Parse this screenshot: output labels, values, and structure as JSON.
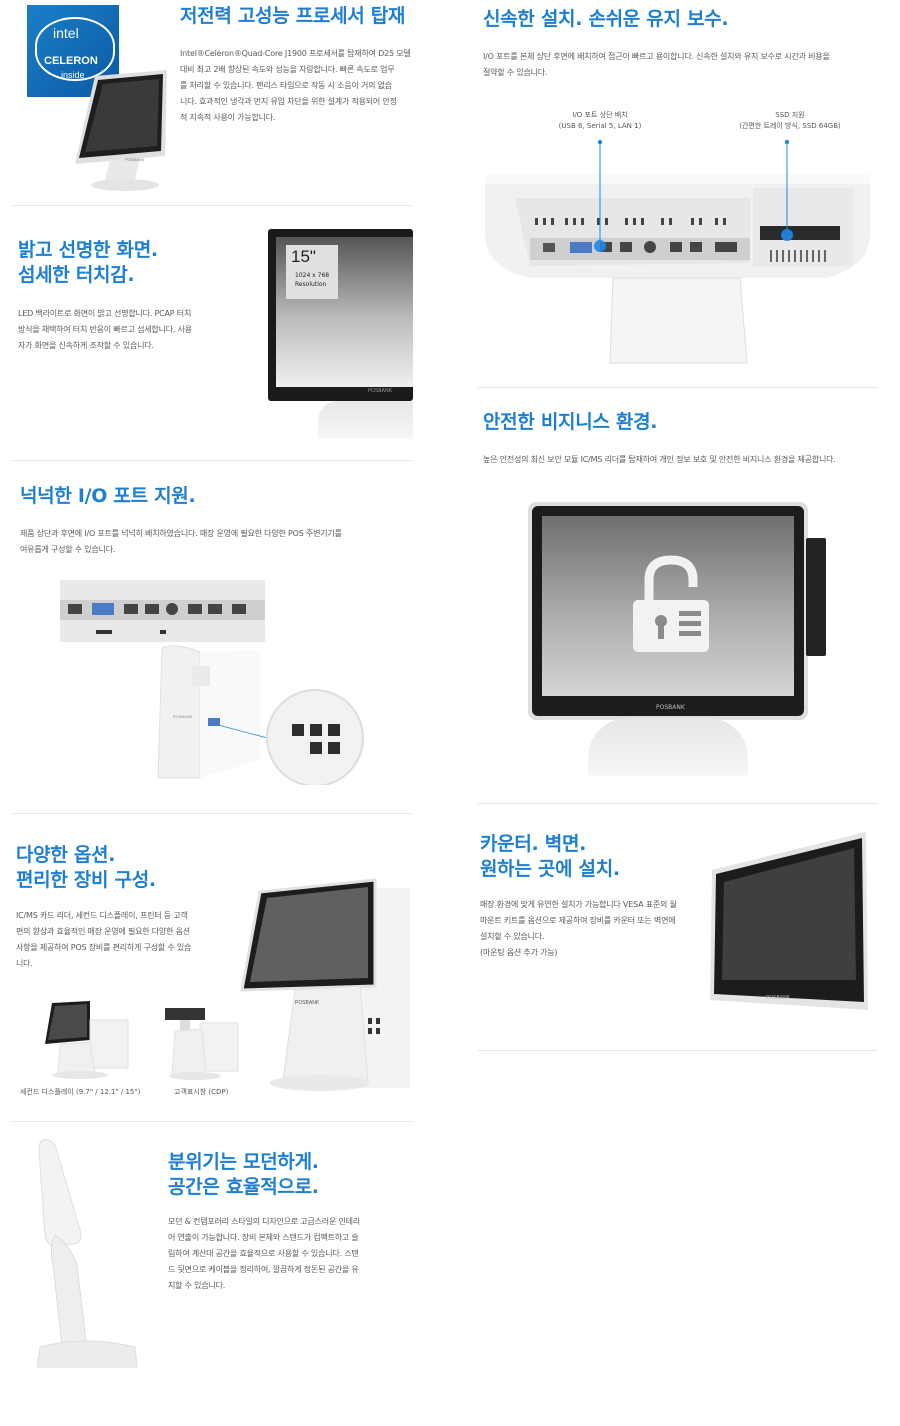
{
  "intel_badge": {
    "brand": "intel",
    "product": "CELERON",
    "tagline": "inside"
  },
  "brand_name": "POSBANK",
  "sections": {
    "processor": {
      "title": "저전력 고성능 프로세서 탑재",
      "body_lines": [
        "Intel®Celeron®Quad-Core J1900 프로세서를 탑재하여 D25 모델",
        "대비 최고 2배 향상된 속도와 성능을 자랑합니다. 빠른 속도로 업무",
        "를 처리할 수 있습니다. 팬리스 타입으로 작동 시 소음이 거의 없습",
        "니다. 효과적인 냉각과 먼지 유입 차단을 위한 설계가 적용되어 안정",
        "적 지속적 사용이 가능합니다."
      ]
    },
    "install": {
      "title": "신속한 설치. 손쉬운 유지 보수.",
      "body_lines": [
        "I/O 포트를 본체 상단 후면에 배치하여 접근이 빠르고 용이합니다. 신속한 설치와 유지 보수로 시간과 비용을",
        "절약할 수 있습니다."
      ],
      "callout_io_title": "I/O 포트 상단 배치",
      "callout_io_sub": "(USB 6, Serial 5, LAN 1)",
      "callout_ssd_title": "SSD 지원",
      "callout_ssd_sub": "(간편한 트레이 방식, SSD 64GB)"
    },
    "display": {
      "title_line1": "밝고 선명한 화면.",
      "title_line2": "섬세한 터치감.",
      "body_lines": [
        "LED 백라이트로 화면이 밝고 선명합니다. PCAP 터치",
        "방식을 채택하여 터치 반응이 빠르고 섬세합니다. 사용",
        "자가 화면을 신속하게 조작할 수 있습니다."
      ],
      "size_label": "15\"",
      "resolution_line1": "1024 x 768",
      "resolution_line2": "Resolution"
    },
    "security": {
      "title": "안전한 비지니스 환경.",
      "body": "높은 안전성의 최신 보안 모듈 IC/MS 리더를 탑재하여 개인 정보 보호 및 안전한 비지니스 환경을 제공합니다."
    },
    "io": {
      "title": "넉넉한 I/O 포트 지원.",
      "body_lines": [
        "제품 상단과 후면에 I/O 포트를 넉넉히 배치하였습니다. 매장 운영에 필요한 다양한 POS 주변기기를",
        "여유롭게 구성할 수 있습니다."
      ]
    },
    "options": {
      "title_line1": "다양한 옵션.",
      "title_line2": "편리한 장비 구성.",
      "body_lines": [
        "IC/MS 카드 리더, 세컨드 디스플레이, 프린터 등 고객",
        "편의 향상과 효율적인 매장 운영에 필요한 다양한 옵션",
        "사항을 제공하여 POS 장비를 편리하게 구성할 수 있습",
        "니다."
      ],
      "caption_second": "세컨드 디스플레이 (9.7\" / 12.1\" / 15\")",
      "caption_cdp": "고객표시창 (CDP)"
    },
    "mount": {
      "title_line1": "카운터. 벽면.",
      "title_line2": "원하는 곳에 설치.",
      "body_lines": [
        "매장 환경에 맞게 유연한 설치가 가능합니다 VESA 표준의 월",
        "마운트 키트를 옵션으로 제공하여 장비를 카운터 또는 벽면에",
        "설치할 수 있습니다.",
        "(마운팅 옵션 추가 가능)"
      ]
    },
    "design": {
      "title_line1": "분위기는 모던하게.",
      "title_line2": "공간은 효율적으로.",
      "body_lines": [
        "모던 & 컨템포러리 스타일의 디자인으로 고급스러운 인테리",
        "어 연출이 가능합니다. 장비 본체와 스탠드가 컴팩트하고 슬",
        "림하여 계산대 공간을 효율적으로 사용할 수 있습니다. 스탠",
        "드 뒷면으로 케이블을 정리하여, 깔끔하게 정돈된 공간을 유",
        "지할 수 있습니다."
      ]
    }
  }
}
